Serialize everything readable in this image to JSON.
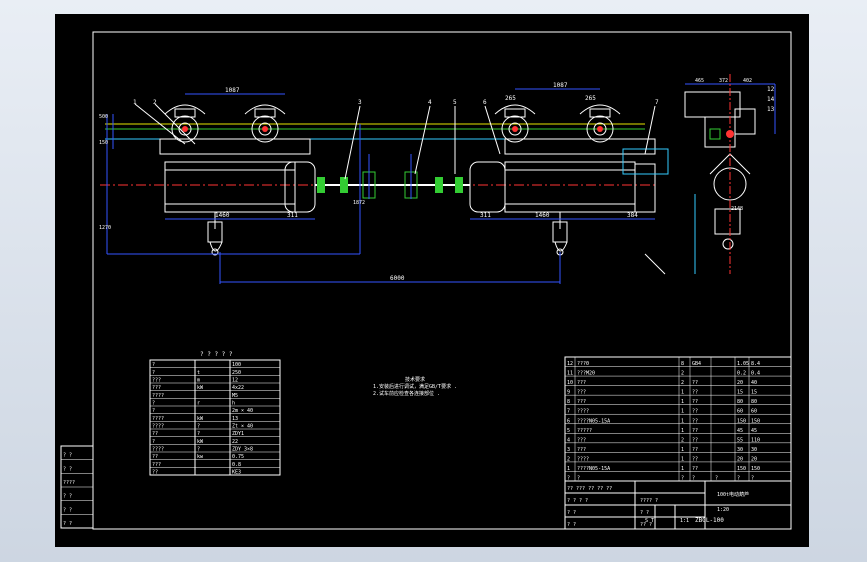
{
  "drawing": {
    "title_main": "100t电动葫芦",
    "drawing_number": "ZBGL-100",
    "scale_label": "1:1",
    "sheet_label": "S T",
    "spec_label": "1:20",
    "notes_heading": "技术要求",
    "notes": [
      "1.安装后进行调试，满足GB/T要求 .",
      "2.试车前应检查各连接部位 ."
    ]
  },
  "dimensions": {
    "top_left_span": "1087",
    "top_right_span": "1087",
    "left_drum": "1460",
    "right_drum": "1460",
    "left_end": "311",
    "right_end": "311",
    "right_motor": "384",
    "total_span": "6000",
    "vertical_1": "500",
    "vertical_2": "1270",
    "vertical_3": "150",
    "vertical_4": "1872",
    "side_a": "465",
    "side_b": "372",
    "side_c": "402",
    "side_d": "2148",
    "sub_left": "265",
    "sub_right": "265"
  },
  "balloons": [
    "1",
    "2",
    "3",
    "4",
    "5",
    "6",
    "7"
  ],
  "side_labels": [
    "12",
    "14",
    "13"
  ],
  "spec_table": {
    "heading": "? ? ? ? ?",
    "rows": [
      [
        "?",
        "",
        "100"
      ],
      [
        "?",
        "t",
        "250"
      ],
      [
        "???",
        "m",
        "12"
      ],
      [
        "???",
        "kW",
        "4x22"
      ],
      [
        "????",
        "",
        "M5"
      ],
      [
        "?",
        "r",
        "h"
      ],
      [
        "?",
        "",
        "2m × 40"
      ],
      [
        "????",
        "kW",
        "13"
      ],
      [
        "????",
        "?",
        "Zt × 40"
      ],
      [
        "??",
        "?",
        "ZDY1"
      ],
      [
        "?",
        "kW",
        "22"
      ],
      [
        "????",
        "?",
        "ZDY 3×8"
      ],
      [
        "??",
        "kw",
        "0.75"
      ],
      [
        "???",
        "",
        "0.8"
      ],
      [
        "??",
        "",
        "KE3"
      ]
    ]
  },
  "bom": {
    "rows": [
      [
        "12",
        "???0",
        "8",
        "GB4",
        "",
        "1.05",
        "8.4"
      ],
      [
        "11",
        "???M20",
        "2",
        "",
        "",
        "0.2",
        "0.4"
      ],
      [
        "10",
        "???",
        "2",
        "??",
        "",
        "20",
        "40"
      ],
      [
        "9",
        "???",
        "1",
        "??",
        "",
        "15",
        "15"
      ],
      [
        "8",
        "???",
        "1",
        "??",
        "",
        "80",
        "80"
      ],
      [
        "7",
        "????",
        "1",
        "??",
        "",
        "60",
        "60"
      ],
      [
        "6",
        "????N05-15A",
        "1",
        "??",
        "",
        "150",
        "150"
      ],
      [
        "5",
        "?????",
        "1",
        "??",
        "",
        "45",
        "45"
      ],
      [
        "4",
        "???",
        "2",
        "??",
        "",
        "55",
        "110"
      ],
      [
        "3",
        "???",
        "1",
        "??",
        "",
        "30",
        "30"
      ],
      [
        "2",
        "????",
        "1",
        "??",
        "",
        "20",
        "20"
      ],
      [
        "1",
        "????N05-15A",
        "1",
        "??",
        "",
        "150",
        "150"
      ]
    ],
    "header": [
      "?",
      "?",
      "?",
      "?",
      "?",
      "?",
      "?"
    ]
  },
  "left_panel": [
    "? ?",
    "? ?",
    "????",
    "? ?",
    "? ?",
    "? ?"
  ],
  "title_block": {
    "row_labels": [
      "?? ??? ?? ?? ??",
      "? ? ? ?",
      "? ?",
      "? ?"
    ],
    "cells": [
      "???? ?",
      "? ?",
      "?? ?"
    ]
  },
  "colors": {
    "line_white": "#ffffff",
    "line_cyan": "#33ccff",
    "line_green": "#33cc33",
    "line_yellow": "#e6e600",
    "line_red": "#ff3333",
    "line_blue": "#3355ff",
    "line_magenta": "#cc33cc"
  }
}
